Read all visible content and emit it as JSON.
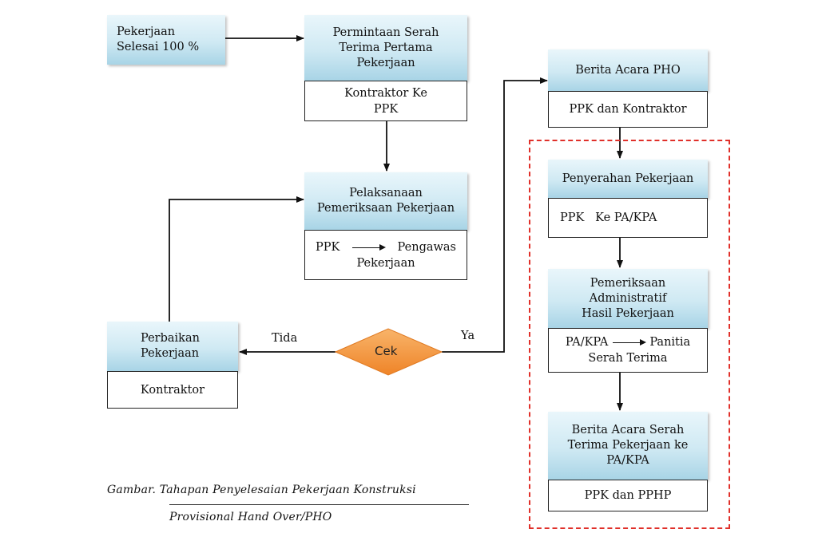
{
  "nodes": {
    "selesai": {
      "head": "Pekerjaan\nSelesai 100 %"
    },
    "permintaan": {
      "head": "Permintaan Serah\nTerima Pertama\nPekerjaan",
      "body": "Kontraktor Ke\nPPK"
    },
    "pelaksanaan": {
      "head": "Pelaksanaan\nPemeriksaan Pekerjaan",
      "body_from": "PPK",
      "body_to": "Pengawas",
      "body_line2": "Pekerjaan"
    },
    "perbaikan": {
      "head": "Perbaikan\nPekerjaan",
      "body": "Kontraktor"
    },
    "cek": {
      "label": "Cek"
    },
    "berita_pho": {
      "head": "Berita Acara PHO",
      "body": "PPK dan Kontraktor"
    },
    "penyerahan": {
      "head": "Penyerahan Pekerjaan",
      "body": "PPK   Ke PA/KPA"
    },
    "pemeriksaan_adm": {
      "head": "Pemeriksaan\nAdministratif\nHasil Pekerjaan",
      "body_from": "PA/KPA",
      "body_to": "Panitia",
      "body_line2": "Serah Terima"
    },
    "berita_serah": {
      "head": "Berita Acara Serah\nTerima Pekerjaan  ke\nPA/KPA",
      "body": "PPK  dan PPHP"
    }
  },
  "edge_labels": {
    "tidak": "Tida",
    "ya": "Ya"
  },
  "caption": {
    "line1": "Gambar. Tahapan Penyelesaian Pekerjaan Konstruksi",
    "line2": "Provisional Hand Over/PHO"
  },
  "colors": {
    "diamond": "#f4953a",
    "dashed_border": "#e0302a",
    "header_fill": "#cfe9f3"
  }
}
